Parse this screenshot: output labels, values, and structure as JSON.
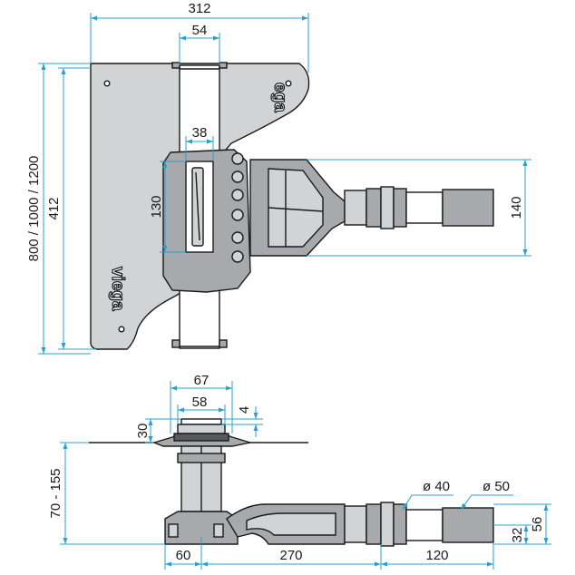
{
  "colors": {
    "dimension_line": "#2b9fd1",
    "part_fill": "#a7a9ac",
    "part_light": "#d1d3d4",
    "outline": "#1a1a1a"
  },
  "brand": {
    "logo_text": "viega",
    "logo_text_mirrored": "ega"
  },
  "top_view": {
    "dim_overall_width": "312",
    "dim_pipe_width": "54",
    "dim_grate_width": "38",
    "dim_grate_length": "130",
    "dim_outlet_height": "140",
    "dim_plate_height": "412",
    "dim_lengths": "800 / 1000 / 1200"
  },
  "side_view": {
    "dim_flange": "67",
    "dim_body": "58",
    "dim_gap": "4",
    "dim_flange_height": "30",
    "dim_height_range": "70 - 155",
    "dim_diameter_40": "ø 40",
    "dim_diameter_50": "ø 50",
    "dim_outlet_total": "56",
    "dim_outlet_center": "32",
    "dim_base": "60",
    "dim_trap_length": "270",
    "dim_pipe_length": "120"
  }
}
